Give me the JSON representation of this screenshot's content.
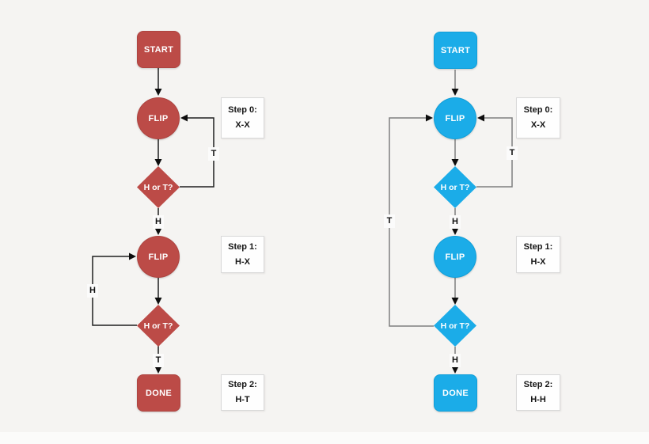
{
  "palette": {
    "background": "#f5f4f2",
    "red-accent": "#bc4b47",
    "red-border": "#ae4440",
    "blue-accent": "#1bace8",
    "blue-border": "#109fd9",
    "wire-left": "#1f1f1f",
    "wire-right": "#7f7f7f",
    "arrow": "#0d0d0d"
  },
  "diagrams": [
    {
      "name": "red-flowchart",
      "accent": "#bc4b47",
      "nodes": {
        "start": "START",
        "flip0": "FLIP",
        "decision0": "H or T?",
        "flip1": "FLIP",
        "decision1": "H or T?",
        "done": "DONE"
      },
      "edge_labels": {
        "loop0": "T",
        "to_flip1": "H",
        "loop1": "H",
        "to_done": "T"
      },
      "steps": [
        {
          "title": "Step 0:",
          "value": "X-X"
        },
        {
          "title": "Step 1:",
          "value": "H-X"
        },
        {
          "title": "Step 2:",
          "value": "H-T"
        }
      ]
    },
    {
      "name": "blue-flowchart",
      "accent": "#1bace8",
      "nodes": {
        "start": "START",
        "flip0": "FLIP",
        "decision0": "H or T?",
        "flip1": "FLIP",
        "decision1": "H or T?",
        "done": "DONE"
      },
      "edge_labels": {
        "loop0": "T",
        "to_flip1": "H",
        "loop1": "T",
        "to_done": "H"
      },
      "steps": [
        {
          "title": "Step 0:",
          "value": "X-X"
        },
        {
          "title": "Step 1:",
          "value": "H-X"
        },
        {
          "title": "Step 2:",
          "value": "H-H"
        }
      ]
    }
  ]
}
